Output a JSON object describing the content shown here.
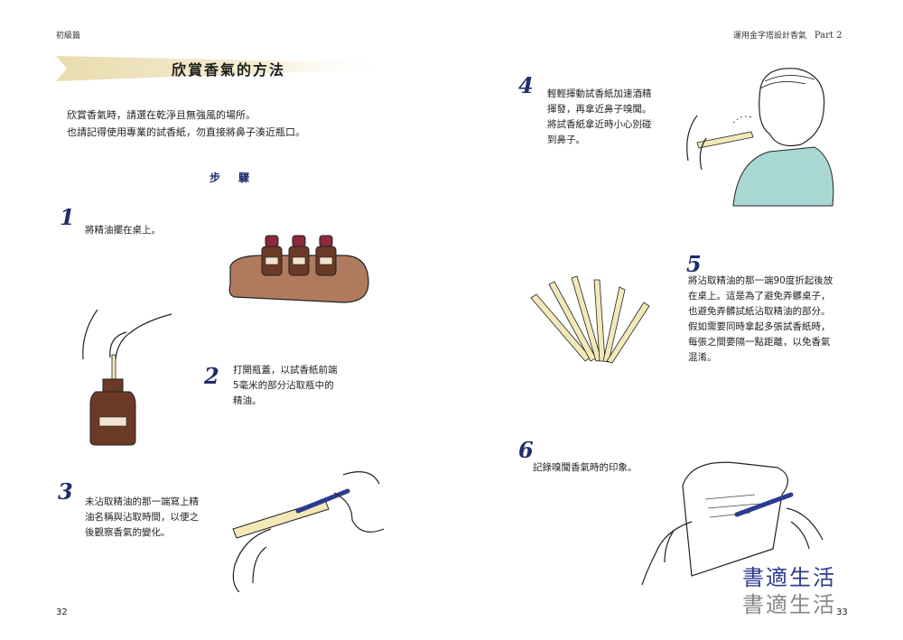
{
  "header": {
    "left": "初級篇",
    "right": "運用金字塔設計香氣",
    "part": "Part 2"
  },
  "title": "欣賞香氣的方法",
  "intro": [
    "欣賞香氣時，請選在乾淨且無強風的場所。",
    "也請記得使用專業的試香紙，勿直接將鼻子湊近瓶口。"
  ],
  "section_heading": "步 驟",
  "steps": [
    {
      "num": "1",
      "lines": [
        "將精油擺在桌上。"
      ]
    },
    {
      "num": "2",
      "lines": [
        "打開瓶蓋，以試香紙前端",
        "5毫米的部分沾取瓶中的",
        "精油。"
      ]
    },
    {
      "num": "3",
      "lines": [
        "未沾取精油的那一端寫上精",
        "油名稱與沾取時間，以便之",
        "後觀察香氣的變化。"
      ]
    },
    {
      "num": "4",
      "lines": [
        "輕輕揮動試香紙加速酒精",
        "揮發，再拿近鼻子嗅聞。",
        "將試香紙拿近時小心別碰",
        "到鼻子。"
      ]
    },
    {
      "num": "5",
      "lines": [
        "將沾取精油的那一端90度折起後放",
        "在桌上。這是為了避免弄髒桌子，",
        "也避免弄髒試紙沾取精油的部分。",
        "假如需要同時拿起多張試香紙時，",
        "每張之間要隔一點距離，以免香氣",
        "混淆。"
      ]
    },
    {
      "num": "6",
      "lines": [
        "記錄嗅聞香氣時的印象。"
      ]
    }
  ],
  "page_numbers": {
    "left": "32",
    "right": "33"
  },
  "watermark": {
    "line1": "書適生活",
    "line2": "書適生活"
  },
  "colors": {
    "accent": "#1f2d6b",
    "bottle": "#6b3a26",
    "cap": "#8a2a3a",
    "tray": "#b07a5e",
    "shirt": "#a9d8d4",
    "paper": "#f3e9b8"
  }
}
